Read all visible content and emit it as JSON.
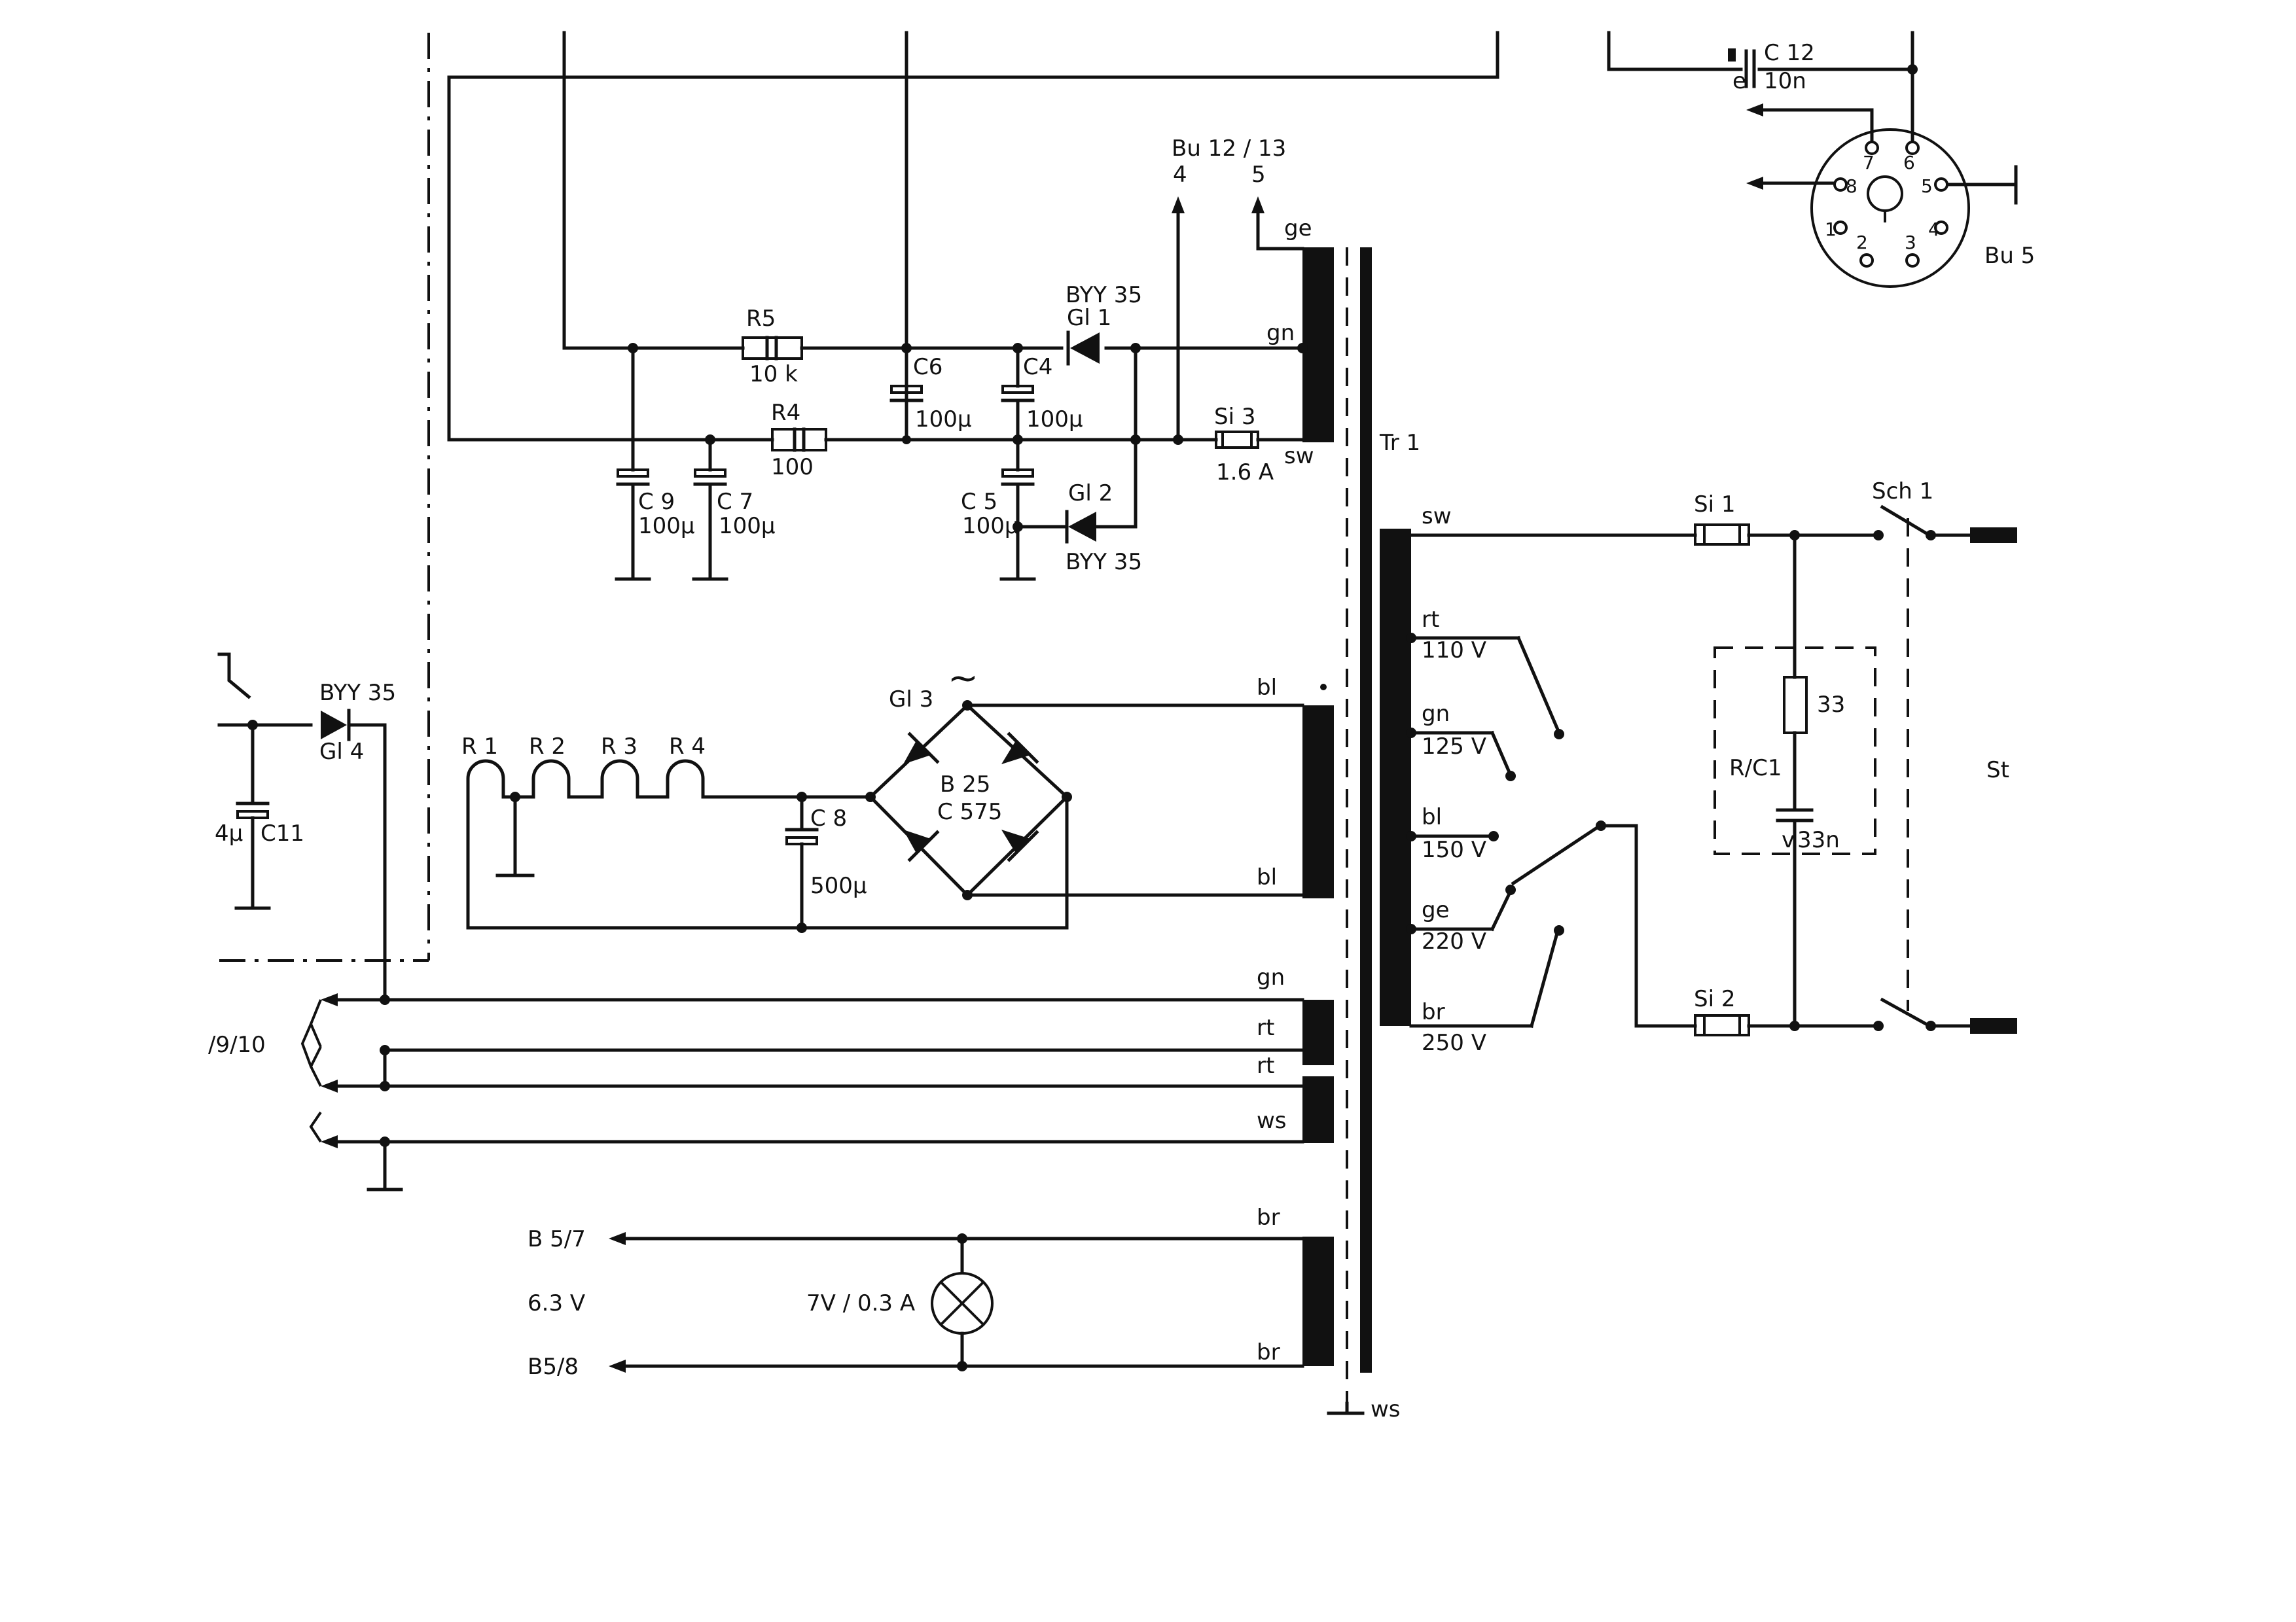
{
  "transformer": {
    "name": "Tr 1"
  },
  "resistors": {
    "r5": "R5",
    "r5_val": "10 k",
    "r4": "R4",
    "r4_val": "100",
    "r33_val": "33"
  },
  "capacitors": {
    "c12": "C 12",
    "c12_val": "10n",
    "c12_pin": "e",
    "c6": "C6",
    "c6_val": "100µ",
    "c4": "C4",
    "c4_val": "100µ",
    "c9": "C 9",
    "c9_val": "100µ",
    "c7": "C 7",
    "c7_val": "100µ",
    "c5": "C 5",
    "c5_val": "100µ",
    "c8": "C 8",
    "c8_val": "500µ",
    "c11": "C11",
    "c11_val": "4µ",
    "c33_val": "33n",
    "c33_pin": "v"
  },
  "diodes": {
    "gl1": "Gl 1",
    "gl1_type": "BYY 35",
    "gl2": "Gl 2",
    "gl2_type": "BYY 35",
    "gl4": "Gl 4",
    "gl4_type": "BYY 35",
    "gl3": "Gl 3",
    "bridge_type1": "B 25",
    "bridge_type2": "C 575",
    "ac": "~"
  },
  "heaters": {
    "r1": "R 1",
    "r2": "R 2",
    "r3": "R 3",
    "r4": "R 4"
  },
  "fuses": {
    "si3": "Si 3",
    "si3_val": "1.6 A",
    "si1": "Si 1",
    "si2": "Si 2"
  },
  "sockets": {
    "bu5": "Bu 5",
    "bu1213": "Bu 12 / 13",
    "bu1213_pin4": "4",
    "bu1213_pin5": "5",
    "pins": [
      "1",
      "2",
      "3",
      "4",
      "5",
      "6",
      "7",
      "8"
    ]
  },
  "switch": {
    "name": "Sch 1"
  },
  "mains": {
    "plug": "St",
    "snubber": "R/C1"
  },
  "taps": {
    "primary": [
      {
        "color": "sw",
        "voltage": ""
      },
      {
        "color": "rt",
        "voltage": "110 V"
      },
      {
        "color": "gn",
        "voltage": "125 V"
      },
      {
        "color": "bl",
        "voltage": "150 V"
      },
      {
        "color": "ge",
        "voltage": "220 V"
      },
      {
        "color": "br",
        "voltage": "250 V"
      }
    ],
    "sec1_top": "ge",
    "sec1_mid": "gn",
    "sec1_bot": "sw",
    "sec2_top": "bl",
    "sec2_bot": "bl",
    "sec3_top": "gn",
    "sec3_bot": "rt",
    "sec4_top": "rt",
    "sec4_bot": "ws",
    "sec5_top": "br",
    "sec5_bot": "br",
    "core": "ws"
  },
  "outputs": {
    "b57": "B 5/7",
    "b58": "B5/8",
    "heater_v": "6.3 V",
    "lamp": "7V / 0.3 A",
    "connector": "/9/10"
  }
}
